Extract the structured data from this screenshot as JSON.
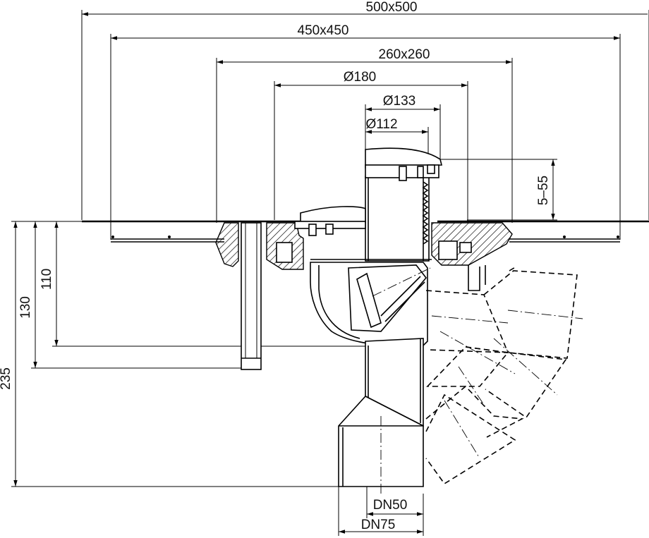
{
  "dimensions": {
    "d500": "500x500",
    "d450": "450x450",
    "d260": "260x260",
    "d180": "Ø180",
    "d133": "Ø133",
    "d112": "Ø112",
    "adj": "5–55",
    "h110": "110",
    "h130": "130",
    "h235": "235",
    "dn50": "DN50",
    "dn75": "DN75"
  }
}
